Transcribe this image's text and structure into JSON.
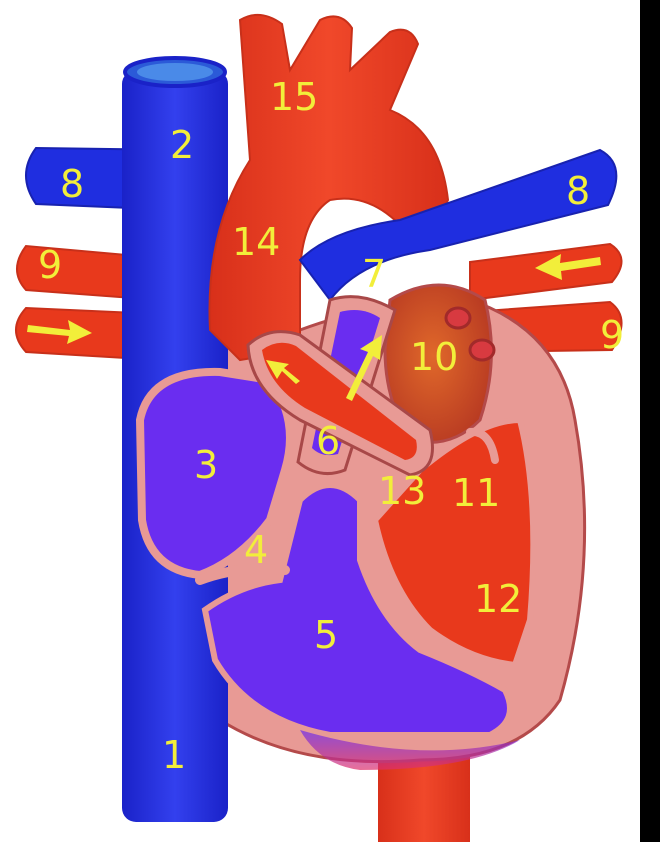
{
  "labels": {
    "l1": "1",
    "l2": "2",
    "l3": "3",
    "l4": "4",
    "l5": "5",
    "l6": "6",
    "l7": "7",
    "l8a": "8",
    "l8b": "8",
    "l9a": "9",
    "l9b": "9",
    "l10": "10",
    "l11": "11",
    "l12": "12",
    "l13": "13",
    "l14": "14",
    "l15": "15"
  },
  "colors": {
    "background": "#000000",
    "canvas": "#ffffff",
    "deoxygenated_blue": "#1f2ee0",
    "chamber_purple": "#6a2df0",
    "oxygenated_red": "#e8391c",
    "wall_pink": "#e89a95",
    "label_yellow": "#f2ee3a"
  }
}
